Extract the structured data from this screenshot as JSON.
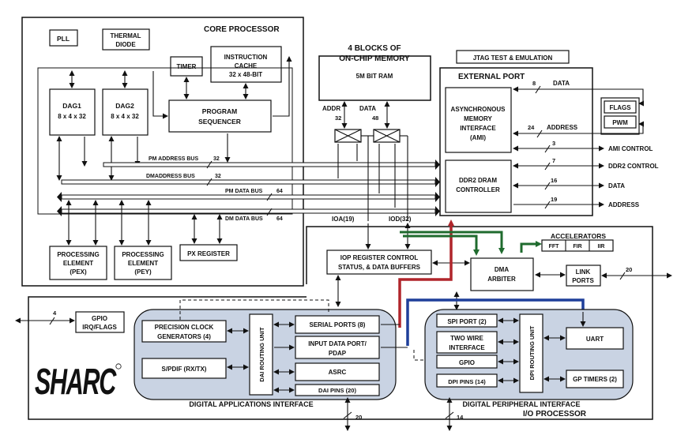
{
  "core": {
    "title": "CORE PROCESSOR",
    "pll": "PLL",
    "thermal1": "THERMAL",
    "thermal2": "DIODE",
    "timer": "TIMER",
    "icache1": "INSTRUCTION",
    "icache2": "CACHE",
    "icache3": "32 x 48-BIT",
    "dag1_1": "DAG1",
    "dag1_2": "8 x 4 x 32",
    "dag2_1": "DAG2",
    "dag2_2": "8 x 4 x 32",
    "seq1": "PROGRAM",
    "seq2": "SEQUENCER",
    "pex1": "PROCESSING",
    "pex2": "ELEMENT",
    "pex3": "(PEX)",
    "pey1": "PROCESSING",
    "pey2": "ELEMENT",
    "pey3": "(PEY)",
    "pxreg": "PX REGISTER"
  },
  "buses": {
    "pm_addr": "PM ADDRESS BUS",
    "pm_addr_w": "32",
    "dm_addr": "DMADDRESS BUS",
    "dm_addr_w": "32",
    "pm_data": "PM DATA BUS",
    "pm_data_w": "64",
    "dm_data": "DM DATA BUS",
    "dm_data_w": "64"
  },
  "memory": {
    "title1": "4 BLOCKS OF",
    "title2": "ON-CHIP MEMORY",
    "ram": "5M BIT RAM",
    "addr": "ADDR",
    "addr_w": "32",
    "data": "DATA",
    "data_w": "48",
    "ioa": "IOA(19)",
    "iod": "IOD(32)"
  },
  "jtag": "JTAG TEST & EMULATION",
  "external": {
    "title": "EXTERNAL PORT",
    "ami1": "ASYNCHRONOUS",
    "ami2": "MEMORY",
    "ami3": "INTERFACE",
    "ami4": "(AMI)",
    "ddr1": "DDR2 DRAM",
    "ddr2": "CONTROLLER",
    "flags": "FLAGS",
    "pwm": "PWM",
    "data_lbl": "DATA",
    "data_w": "8",
    "addr_lbl": "ADDRESS",
    "addr_w": "24",
    "ami_ctrl": "AMI CONTROL",
    "ami_ctrl_w": "3",
    "ddr_ctrl": "DDR2 CONTROL",
    "ddr_ctrl_w": "7",
    "ddr_data": "DATA",
    "ddr_data_w": "16",
    "ddr_addr": "ADDRESS",
    "ddr_addr_w": "19"
  },
  "io": {
    "iop1": "IOP  REGISTER CONTROL",
    "iop2": "STATUS, & DATA BUFFERS",
    "accel": "ACCELERATORS",
    "fft": "FFT",
    "fir": "FIR",
    "iir": "IIR",
    "dma1": "DMA",
    "dma2": "ARBITER",
    "link1": "LINK",
    "link2": "PORTS",
    "link_w": "20",
    "title": "I/O PROCESSOR"
  },
  "gpio": {
    "label1": "GPIO",
    "label2": "IRQ/FLAGS",
    "width": "4"
  },
  "dai": {
    "pcg1": "PRECISION CLOCK",
    "pcg2": "GENERATORS (4)",
    "spdif": "S/PDIF (RX/TX)",
    "routing": "DAI ROUTING UNIT",
    "serial": "SERIAL PORTS (8)",
    "idp1": "INPUT DATA PORT/",
    "idp2": "PDAP",
    "asrc": "ASRC",
    "pins": "DAI PINS (20)",
    "title": "DIGITAL APPLICATIONS INTERFACE",
    "width": "20"
  },
  "dpi": {
    "spi": "SPI PORT (2)",
    "twi1": "TWO WIRE",
    "twi2": "INTERFACE",
    "gpio": "GPIO",
    "pins": "DPI PINS (14)",
    "routing": "DPI ROUTING UNIT",
    "uart": "UART",
    "timers": "GP TIMERS (2)",
    "title": "DIGITAL PERIPHERAL INTERFACE",
    "width": "14"
  },
  "logo": "SHARC",
  "colors": {
    "pill_fill": "#c9d3e3",
    "red_path": "#b0252b",
    "green_path": "#1f6b2e",
    "blue_path": "#1f3f9a"
  }
}
